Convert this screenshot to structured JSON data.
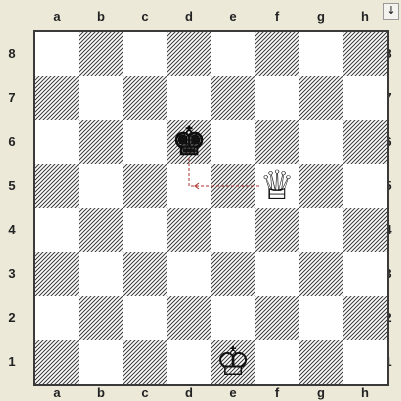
{
  "board": {
    "files": [
      "a",
      "b",
      "c",
      "d",
      "e",
      "f",
      "g",
      "h"
    ],
    "ranks": [
      "8",
      "7",
      "6",
      "5",
      "4",
      "3",
      "2",
      "1"
    ],
    "light_square_color": "#ffffff",
    "dark_square_hatch_color": "#3a3a3a",
    "dark_square_bg_color": "#ffffff",
    "frame_color": "#ece9d8"
  },
  "corner_button": {
    "glyph": "↓",
    "icon": "flip-board-icon"
  },
  "pieces": [
    {
      "type": "king",
      "color": "black",
      "square": "d6",
      "glyph": "♚",
      "icon": "black-king-icon"
    },
    {
      "type": "queen",
      "color": "white",
      "square": "f5",
      "glyph": "♕",
      "icon": "white-queen-icon"
    },
    {
      "type": "king",
      "color": "white",
      "square": "e1",
      "glyph": "♔",
      "icon": "white-king-icon"
    }
  ],
  "move_arrow": {
    "icon": "move-arrow-icon",
    "from": "f5",
    "to": "d6",
    "path": [
      "f5",
      "d5",
      "d6"
    ],
    "color": "#b03030",
    "style": "dashed"
  }
}
